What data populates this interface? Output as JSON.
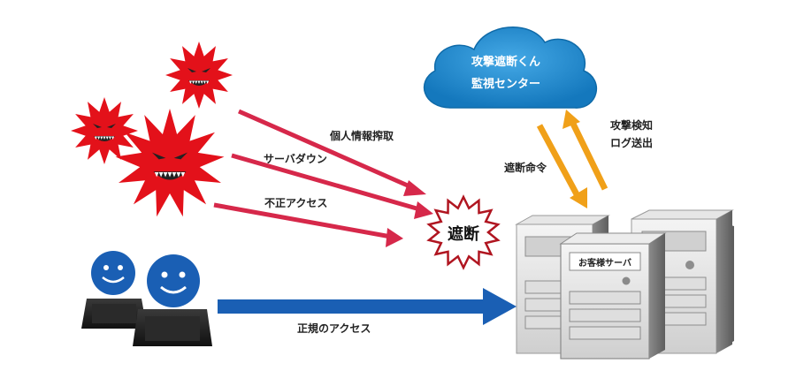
{
  "cloud": {
    "line1": "攻撃遮断くん",
    "line2": "監視センター"
  },
  "attack_labels": {
    "theft": "個人情報搾取",
    "server_down": "サーバダウン",
    "unauthorized": "不正アクセス"
  },
  "block_label": "遮断",
  "block_command": "遮断命令",
  "detection": {
    "line1": "攻撃検知",
    "line2": "ログ送出"
  },
  "legit_access": "正規のアクセス",
  "server_label": "お客様サーバ",
  "colors": {
    "attacker": "#e3111a",
    "attack_arrow": "#d6284a",
    "cloud": "#1b8bd1",
    "exchange_arrow": "#f0a019",
    "user": "#1a5fb4",
    "legit_arrow": "#1a5fb4",
    "server": "#c8c8c8"
  }
}
